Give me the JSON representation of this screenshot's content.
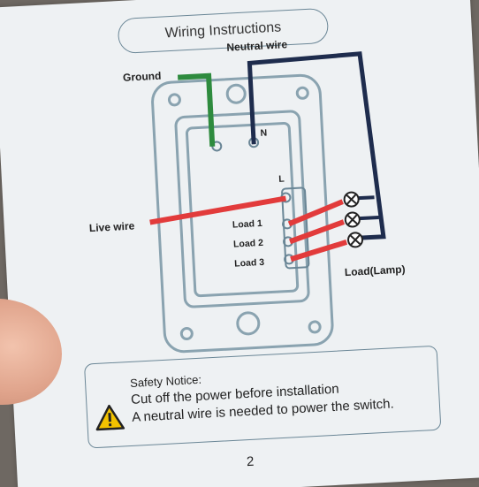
{
  "title": "Wiring Instructions",
  "labels": {
    "ground": "Ground",
    "neutral_wire": "Neutral wire",
    "live_wire": "Live wire",
    "terminal_n": "N",
    "terminal_l": "L",
    "load1": "Load 1",
    "load2": "Load 2",
    "load3": "Load 3",
    "load_lamp": "Load(Lamp)"
  },
  "notice": {
    "title": "Safety Notice:",
    "line1": "Cut off the power before installation",
    "line2": "A neutral wire is needed to power the switch."
  },
  "page_number": "2",
  "colors": {
    "ground_wire": "#2e8b3e",
    "neutral_wire": "#1e2c4d",
    "live_wire": "#e23b3b",
    "outline": "#6a8696",
    "warning": "#f2c200"
  },
  "icons": [
    "lamp-icon",
    "warning-icon"
  ]
}
